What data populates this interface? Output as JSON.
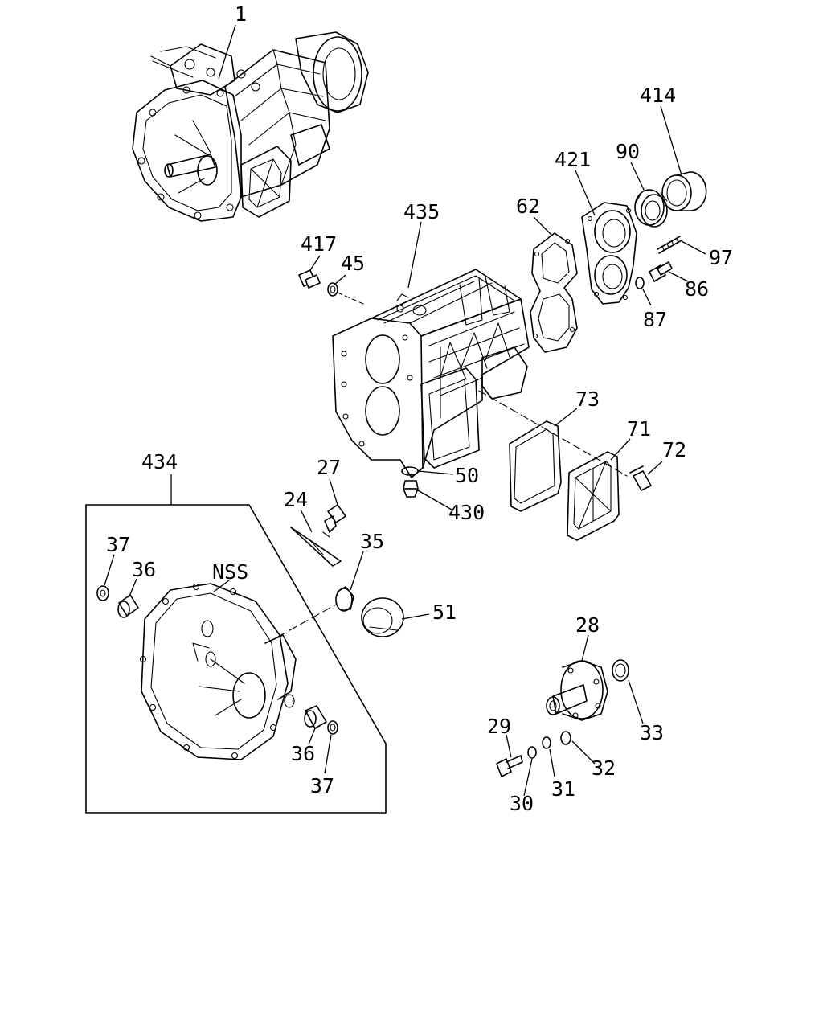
{
  "callouts": [
    "1",
    "414",
    "90",
    "421",
    "62",
    "435",
    "417",
    "45",
    "97",
    "86",
    "87",
    "73",
    "71",
    "72",
    "434",
    "27",
    "50",
    "24",
    "430",
    "35",
    "37",
    "36",
    "NSS",
    "51",
    "28",
    "33",
    "29",
    "32",
    "31",
    "30",
    "36",
    "37"
  ]
}
